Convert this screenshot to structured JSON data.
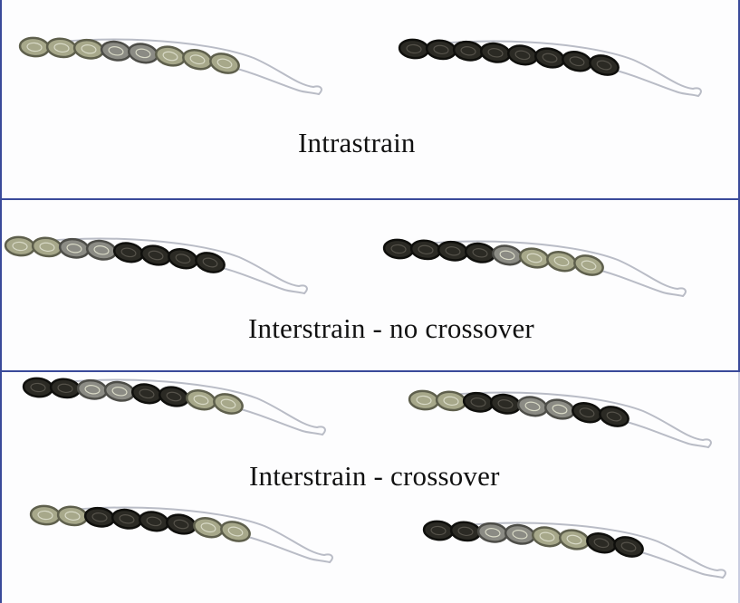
{
  "panels": [
    {
      "label": "Intrastrain"
    },
    {
      "label": "Interstrain - no crossover"
    },
    {
      "label": "Interstrain - crossover"
    }
  ],
  "colors": {
    "border": "#3a4a9a",
    "light_spore": "#a7a88a",
    "gray_spore": "#8b8b84",
    "dark_spore": "#2b2a24",
    "ascus_wall": "#b9bcc6"
  },
  "asci": [
    {
      "panel": 1,
      "spores": [
        "light",
        "light",
        "light",
        "gray",
        "gray",
        "light",
        "light",
        "light"
      ]
    },
    {
      "panel": 1,
      "spores": [
        "dark",
        "dark",
        "dark",
        "dark",
        "dark",
        "dark",
        "dark",
        "dark"
      ]
    },
    {
      "panel": 2,
      "spores": [
        "light",
        "light",
        "gray",
        "gray",
        "dark",
        "dark",
        "dark",
        "dark"
      ]
    },
    {
      "panel": 2,
      "spores": [
        "dark",
        "dark",
        "dark",
        "dark",
        "gray",
        "light",
        "light",
        "light"
      ]
    },
    {
      "panel": 3,
      "spores": [
        "dark",
        "dark",
        "gray",
        "gray",
        "dark",
        "dark",
        "light",
        "light"
      ]
    },
    {
      "panel": 3,
      "spores": [
        "light",
        "light",
        "dark",
        "dark",
        "gray",
        "gray",
        "dark",
        "dark"
      ]
    },
    {
      "panel": 3,
      "spores": [
        "light",
        "light",
        "dark",
        "dark",
        "dark",
        "dark",
        "light",
        "light"
      ]
    },
    {
      "panel": 3,
      "spores": [
        "dark",
        "dark",
        "gray",
        "gray",
        "light",
        "light",
        "dark",
        "dark"
      ]
    }
  ]
}
